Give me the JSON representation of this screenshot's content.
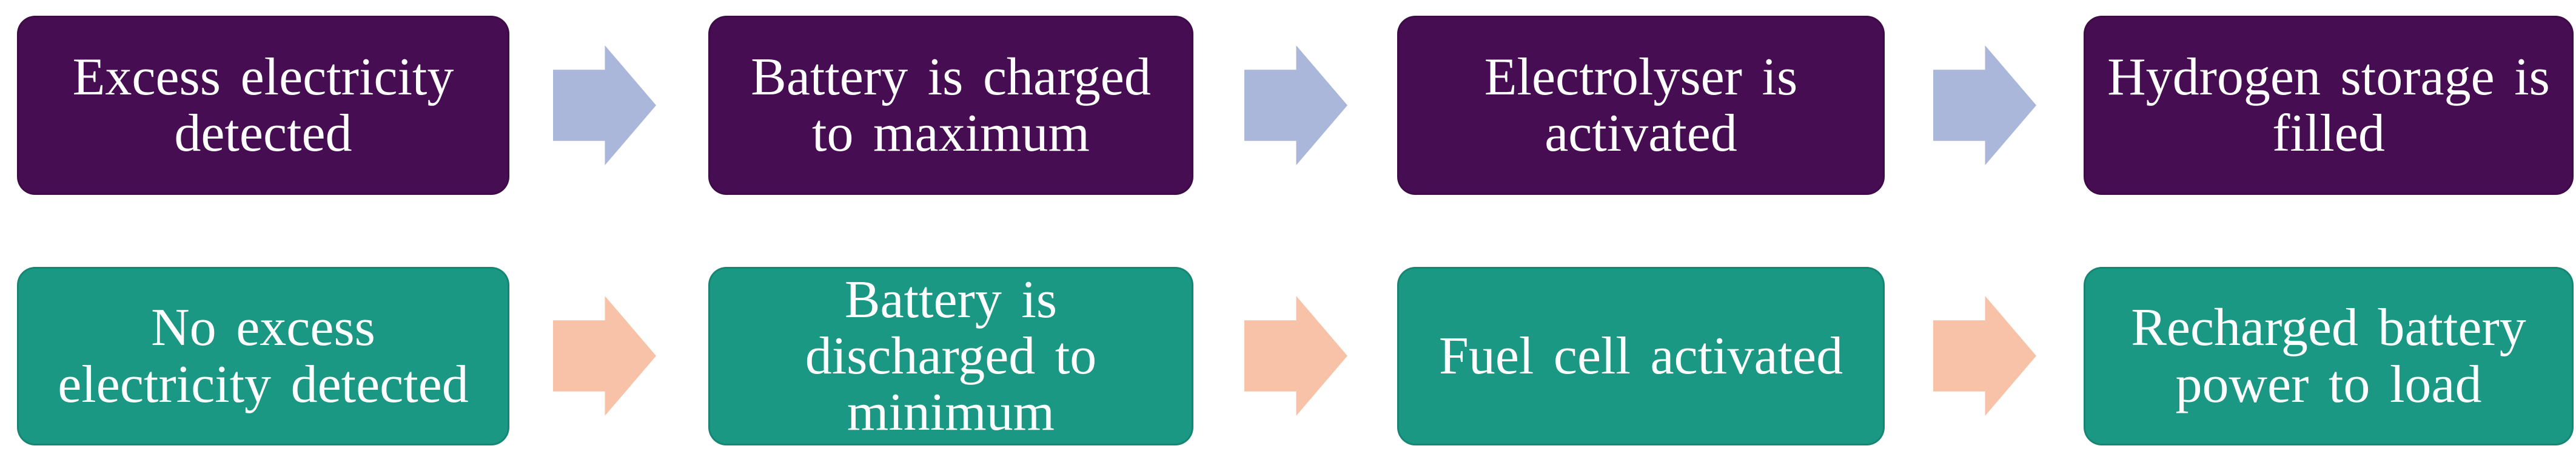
{
  "flowchart": {
    "rows": [
      {
        "id": "excess-electricity-path",
        "box_color": "#470d52",
        "arrow_color": "#aab6da",
        "text_color": "#ffffff",
        "steps": [
          {
            "label": "Excess electricity detected",
            "lines": [
              "Excess electricity",
              "detected"
            ]
          },
          {
            "label": "Battery is charged to maximum",
            "lines": [
              "Battery is charged",
              "to maximum"
            ]
          },
          {
            "label": "Electrolyser is activated",
            "lines": [
              "Electrolyser is",
              "activated"
            ]
          },
          {
            "label": "Hydrogen storage is filled",
            "lines": [
              "Hydrogen storage is",
              "filled"
            ]
          }
        ]
      },
      {
        "id": "no-excess-electricity-path",
        "box_color": "#1b9884",
        "arrow_color": "#f7c2a8",
        "text_color": "#ffffff",
        "steps": [
          {
            "label": "No excess electricity detected",
            "lines": [
              "No excess",
              "electricity detected"
            ]
          },
          {
            "label": "Battery is discharged to minimum",
            "lines": [
              "Battery is",
              "discharged to",
              "minimum"
            ]
          },
          {
            "label": "Fuel cell activated",
            "lines": [
              "Fuel cell activated"
            ]
          },
          {
            "label": "Recharged battery power to load",
            "lines": [
              "Recharged battery",
              "power to load"
            ]
          }
        ]
      }
    ]
  }
}
